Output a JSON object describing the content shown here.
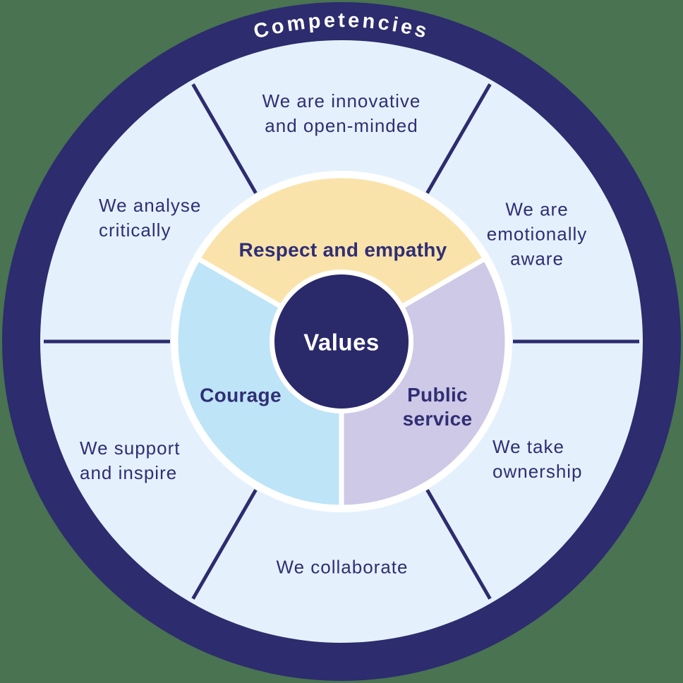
{
  "diagram": {
    "outer_ring_title": "Competencies",
    "center_label": "Values",
    "values_segments": [
      {
        "name": "respect-and-empathy",
        "label": "Respect and empathy",
        "color": "#fae3ab"
      },
      {
        "name": "courage",
        "label": "Courage",
        "color": "#bee4f8"
      },
      {
        "name": "public-service",
        "label": "Public\nservice",
        "color": "#cdc9e6"
      }
    ],
    "competency_labels": [
      {
        "position": "top",
        "label": "We are innovative\nand open-minded"
      },
      {
        "position": "top-left",
        "label": "We analyse\ncritically"
      },
      {
        "position": "top-right",
        "label": "We are\nemotionally\naware"
      },
      {
        "position": "bottom-left",
        "label": "We support\nand inspire"
      },
      {
        "position": "bottom",
        "label": "We collaborate"
      },
      {
        "position": "bottom-right",
        "label": "We take\nownership"
      }
    ],
    "colors": {
      "background": "#497351",
      "outer_ring": "#2d2c6e",
      "inner_disc": "#e4f1fc",
      "divider_line": "#2d2c6e",
      "wheel_border": "#ffffff",
      "segment_yellow": "#fae3ab",
      "segment_blue": "#bee4f8",
      "segment_lavender": "#cdc9e6",
      "center_circle": "#2a296a",
      "text_navy": "#302e74",
      "text_white": "#ffffff"
    }
  }
}
